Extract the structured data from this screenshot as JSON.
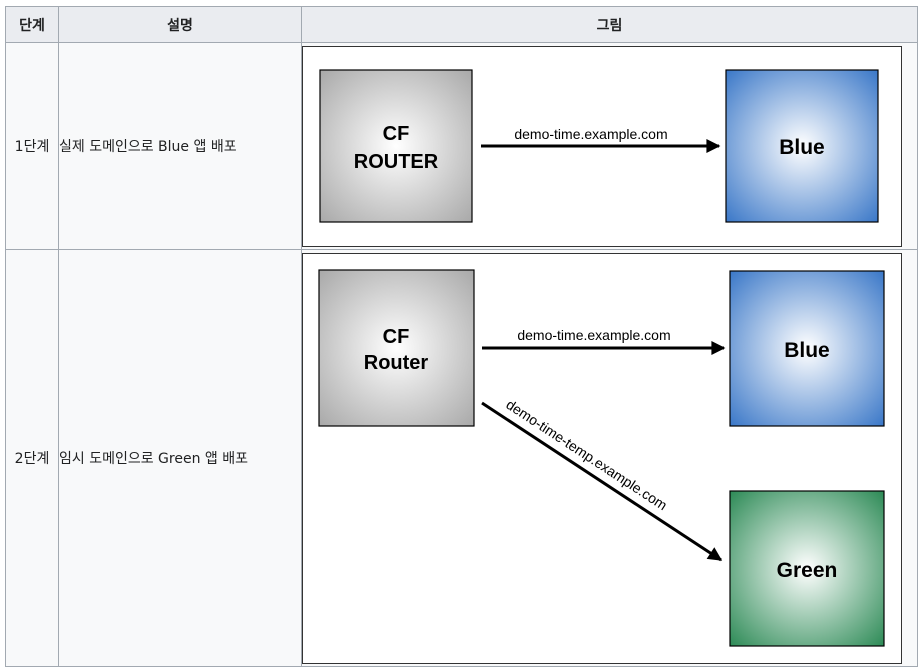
{
  "table": {
    "headers": [
      "단계",
      "설명",
      "그림"
    ],
    "rows": [
      {
        "step": "1단계",
        "description": "실제 도메인으로 Blue 앱 배포",
        "figure": {
          "router_line1": "CF",
          "router_line2": "ROUTER",
          "route_label": "demo-time.example.com",
          "target_label": "Blue"
        }
      },
      {
        "step": "2단계",
        "description": "임시 도메인으로 Green 앱 배포",
        "figure": {
          "router_line1": "CF",
          "router_line2": "Router",
          "route_label": "demo-time.example.com",
          "target_label": "Blue",
          "temp_route_label": "demo-time-temp.example.com",
          "temp_target_label": "Green"
        }
      }
    ]
  },
  "colors": {
    "router_gray": "#a9a9a9",
    "blue_app": "#3b78c8",
    "green_app": "#2e8b57",
    "header_bg": "#eaecf0",
    "border": "#a2a9b1"
  }
}
